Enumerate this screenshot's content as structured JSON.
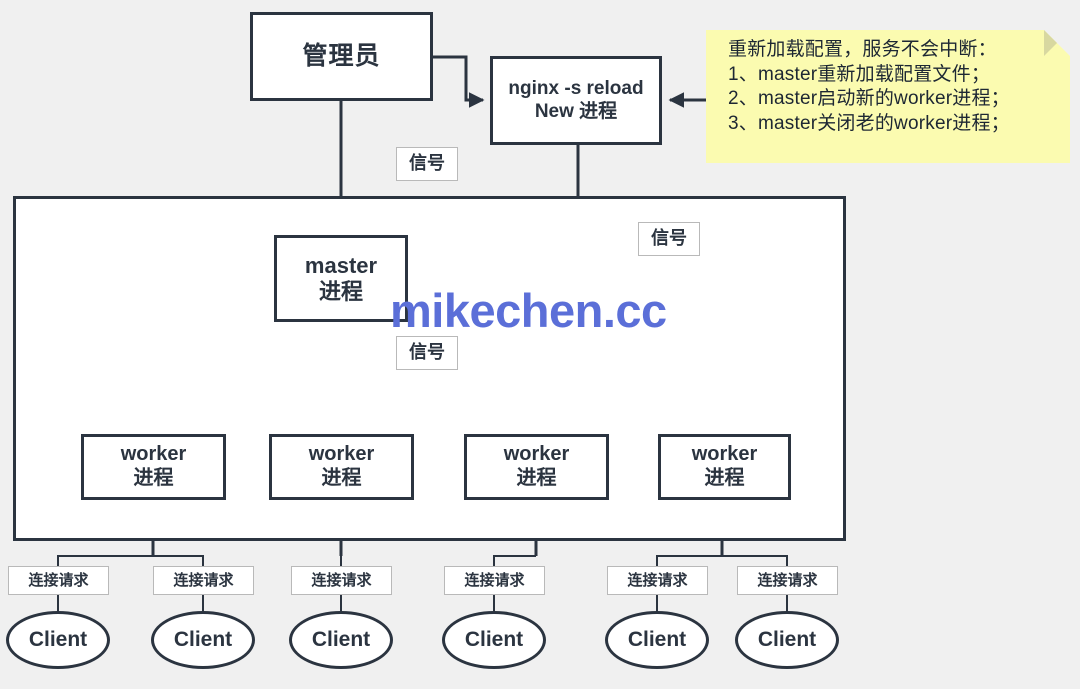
{
  "diagram": {
    "title_node": {
      "label": "管理员"
    },
    "nginx_node": {
      "line1": "nginx -s reload",
      "line2": "New 进程"
    },
    "master_node": {
      "line1": "master",
      "line2": "进程"
    },
    "signal_labels": [
      {
        "label": "信号"
      },
      {
        "label": "信号"
      },
      {
        "label": "信号"
      }
    ],
    "workers": [
      {
        "line1": "worker",
        "line2": "进程"
      },
      {
        "line1": "worker",
        "line2": "进程"
      },
      {
        "line1": "worker",
        "line2": "进程"
      },
      {
        "line1": "worker",
        "line2": "进程"
      }
    ],
    "connection_requests": [
      {
        "label": "连接请求"
      },
      {
        "label": "连接请求"
      },
      {
        "label": "连接请求"
      },
      {
        "label": "连接请求"
      },
      {
        "label": "连接请求"
      },
      {
        "label": "连接请求"
      }
    ],
    "clients": [
      {
        "label": "Client"
      },
      {
        "label": "Client"
      },
      {
        "label": "Client"
      },
      {
        "label": "Client"
      },
      {
        "label": "Client"
      },
      {
        "label": "Client"
      }
    ],
    "note": {
      "heading": "重新加载配置，服务不会中断：",
      "items": [
        "1、master重新加载配置文件；",
        "2、master启动新的worker进程；",
        "3、master关闭老的worker进程；"
      ]
    },
    "watermark": {
      "text": "mikechen.cc"
    },
    "colors": {
      "background": "#f0f0f0",
      "stroke": "#2b3440",
      "note_background": "#fbfbb0",
      "note_fold": "#d8d8a0",
      "light_border": "#b9b9b9",
      "watermark": "#5b6fd8",
      "node_fill": "#ffffff"
    }
  }
}
